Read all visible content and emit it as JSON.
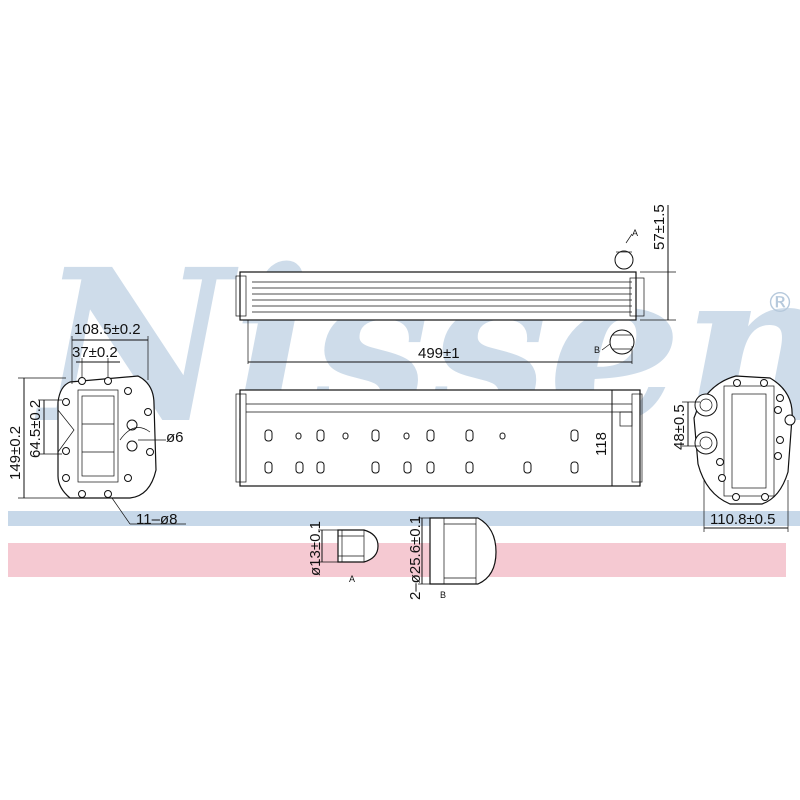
{
  "brand": {
    "watermark": "Nissens",
    "registered_mark": "®",
    "colors": {
      "watermark_blue": "#c9d9e8",
      "band_blue": "#c7d8e9",
      "band_pink": "#f5c9d2"
    }
  },
  "dimensions": {
    "top_height": "57±1.5",
    "length": "499±1",
    "width_total": "108.5±0.2",
    "hole_spacing": "37±0.2",
    "height_total": "149±0.2",
    "height_inner": "64.5±0.2",
    "small_hole": "ø6",
    "holes_count": "11–ø8",
    "body_height": "118",
    "port_spacing": "48±0.5",
    "right_width": "110.8±0.5",
    "port_a_diameter": "ø13±0.1",
    "port_b_diameter": "2–ø25.6±0.1"
  },
  "callouts": {
    "detail_a": "A",
    "detail_b": "B",
    "label_a": "A",
    "label_b": "B"
  }
}
